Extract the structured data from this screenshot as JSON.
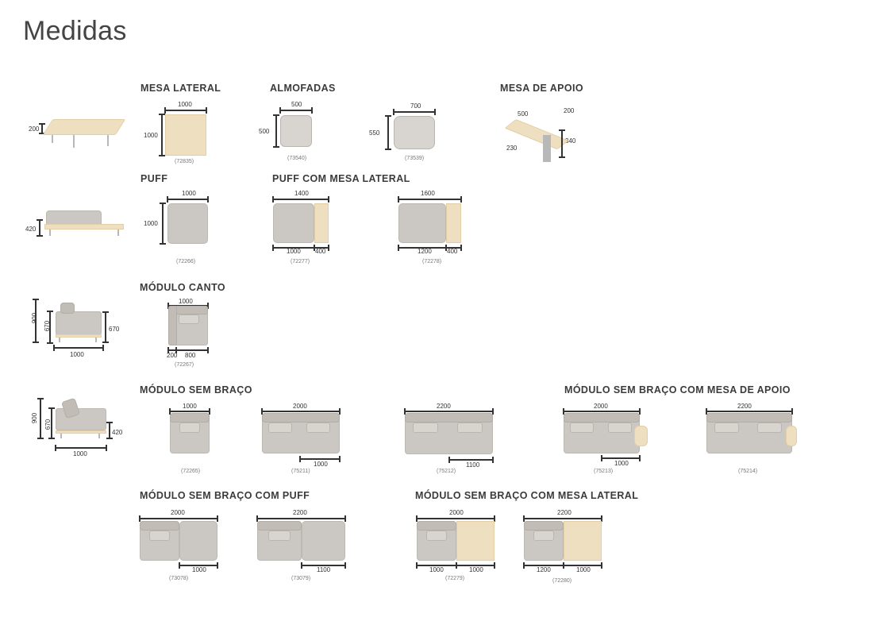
{
  "title": "Medidas",
  "sections": {
    "mesa_lateral": "MESA LATERAL",
    "almofadas": "ALMOFADAS",
    "mesa_de_apoio": "MESA DE APOIO",
    "puff": "PUFF",
    "puff_com_mesa_lateral": "PUFF COM MESA LATERAL",
    "modulo_canto": "MÓDULO CANTO",
    "modulo_sem_braco": "MÓDULO SEM BRAÇO",
    "modulo_sem_braco_mesa_apoio": "MÓDULO SEM BRAÇO COM MESA DE APOIO",
    "modulo_sem_braco_puff": "MÓDULO SEM BRAÇO COM PUFF",
    "modulo_sem_braco_mesa_lateral": "MÓDULO SEM BRAÇO COM MESA LATERAL"
  },
  "dims": {
    "r1_side_h": "200",
    "ml_w": "1000",
    "ml_h": "1000",
    "ml_code": "(72835)",
    "al1_w": "500",
    "al1_h": "500",
    "al1_code": "(73540)",
    "al2_w": "700",
    "al2_h": "550",
    "al2_code": "(73539)",
    "ma_a": "500",
    "ma_b": "200",
    "ma_c": "230",
    "ma_d": "340",
    "r2_side_h": "420",
    "pf_w": "1000",
    "pf_h": "1000",
    "pf_code": "(72266)",
    "pml1_w": "1400",
    "pml1_a": "1000",
    "pml1_b": "400",
    "pml1_code": "(72277)",
    "pml2_w": "1600",
    "pml2_a": "1200",
    "pml2_b": "400",
    "pml2_code": "(72278)",
    "r3_side_h1": "900",
    "r3_side_h2": "670",
    "r3_side_h3": "670",
    "r3_side_w": "1000",
    "mc_w": "1000",
    "mc_a": "200",
    "mc_b": "800",
    "mc_code": "(72267)",
    "r4_side_h1": "900",
    "r4_side_h2": "670",
    "r4_side_h3": "420",
    "r4_side_w": "1000",
    "msb1_w": "1000",
    "msb1_code": "(72265)",
    "msb2_w": "2000",
    "msb2_b": "1000",
    "msb2_code": "(75211)",
    "msb3_w": "2200",
    "msb3_b": "1100",
    "msb3_code": "(75212)",
    "msa1_w": "2000",
    "msa1_b": "1000",
    "msa1_code": "(75213)",
    "msa2_w": "2200",
    "msa2_code": "(75214)",
    "msp1_w": "2000",
    "msp1_b": "1000",
    "msp1_code": "(73078)",
    "msp2_w": "2200",
    "msp2_b": "1100",
    "msp2_code": "(73079)",
    "msl1_w": "2000",
    "msl1_a": "1000",
    "msl1_b": "1000",
    "msl1_code": "(72279)",
    "msl2_w": "2200",
    "msl2_a": "1200",
    "msl2_b": "1000",
    "msl2_code": "(72280)"
  },
  "colors": {
    "fabric": "#cbc7c2",
    "wood": "#eedfc0",
    "text": "#3a3a3a"
  }
}
